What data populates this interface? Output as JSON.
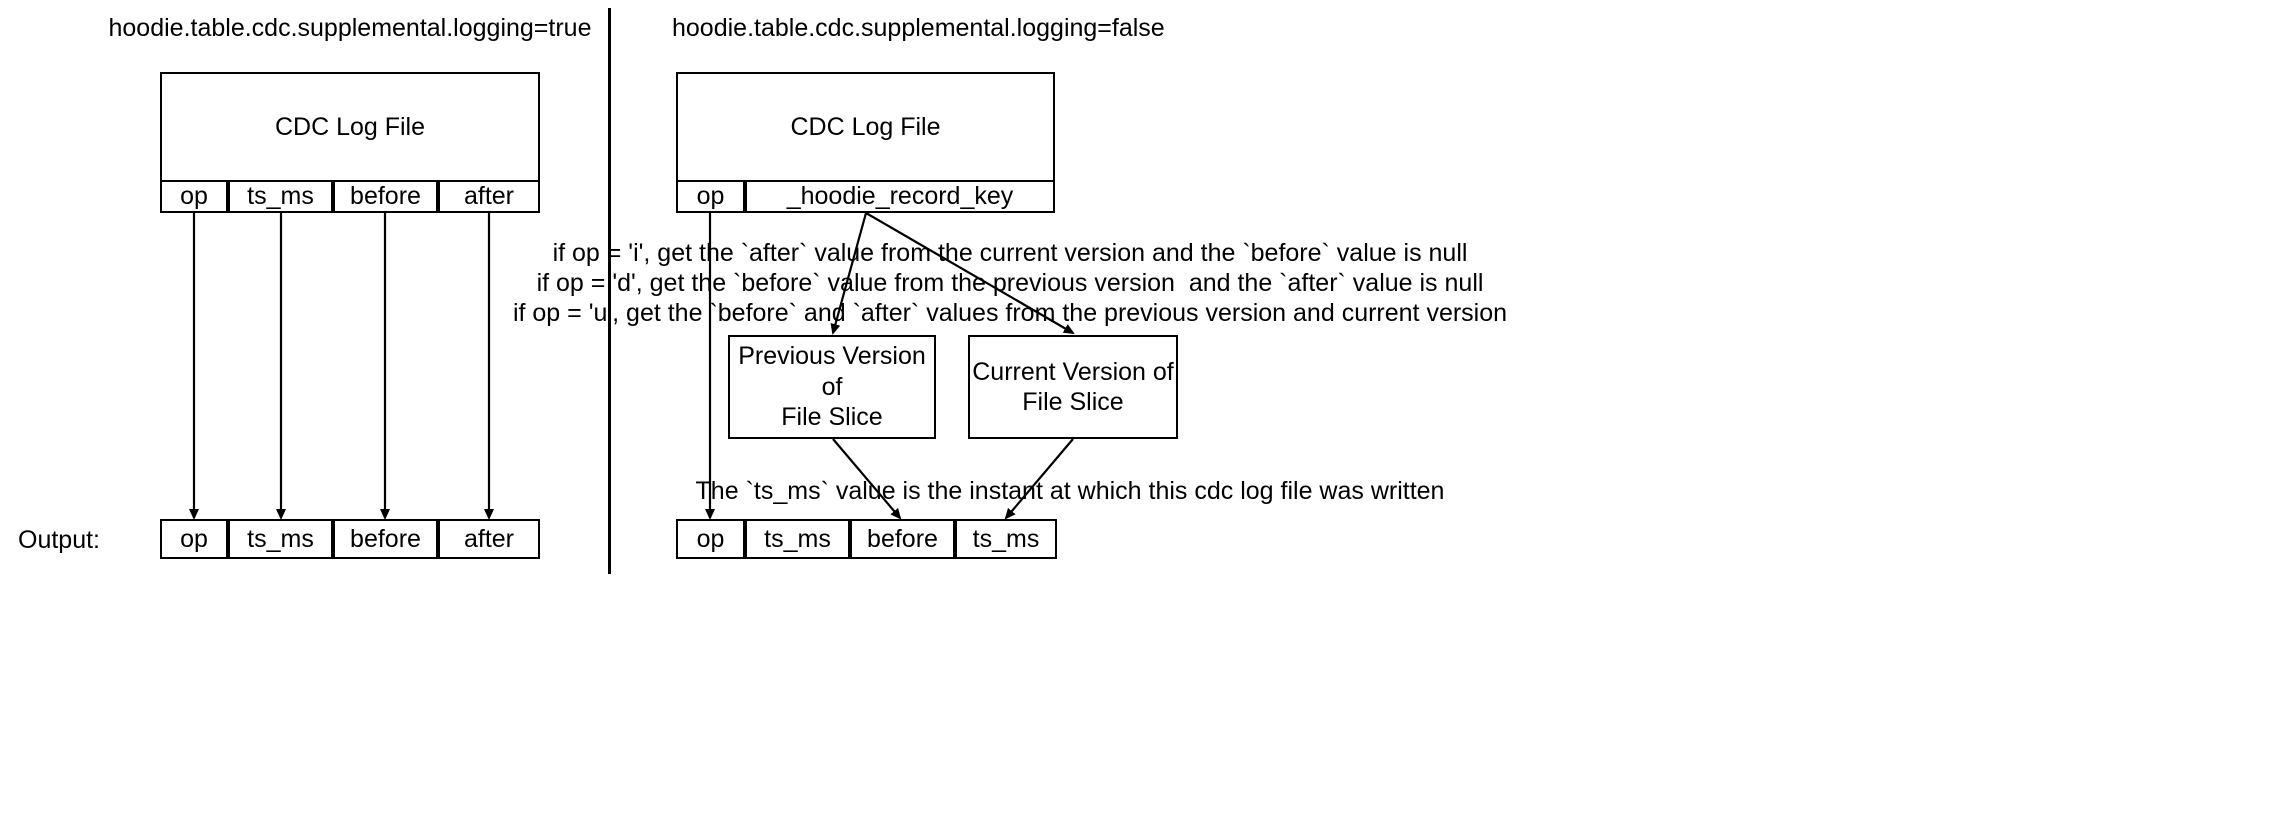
{
  "diagram": {
    "title_left": "hoodie.table.cdc.supplemental.logging=true",
    "title_right": "hoodie.table.cdc.supplemental.logging=false",
    "output_label": "Output:"
  },
  "left_panel": {
    "log_file_box": {
      "label": "CDC Log File"
    },
    "schema_columns": [
      {
        "label": "op"
      },
      {
        "label": "ts_ms"
      },
      {
        "label": "before"
      },
      {
        "label": "after"
      }
    ],
    "output_columns": [
      {
        "label": "op"
      },
      {
        "label": "ts_ms"
      },
      {
        "label": "before"
      },
      {
        "label": "after"
      }
    ]
  },
  "right_panel": {
    "log_file_box": {
      "label": "CDC Log File"
    },
    "schema_columns": [
      {
        "label": "op"
      },
      {
        "label": "_hoodie_record_key"
      }
    ],
    "annotations": {
      "rules": [
        "if op = 'i', get the `after` value from the current version and the `before` value is null",
        "if op = 'd', get the `before` value from the previous version  and the `after` value is null",
        "if op = 'u', get the `before` and `after` values from the previous version and current version"
      ],
      "ts_ms_note": "The `ts_ms` value is the instant at which this cdc log file was written"
    },
    "version_boxes": [
      {
        "line1": "Previous Version of",
        "line2": "File Slice"
      },
      {
        "line1": "Current Version of",
        "line2": "File Slice"
      }
    ],
    "output_columns": [
      {
        "label": "op"
      },
      {
        "label": "ts_ms"
      },
      {
        "label": "before"
      },
      {
        "label": "ts_ms"
      }
    ]
  },
  "style": {
    "stroke": "#000000",
    "fill": "#ffffff",
    "text": "#000000"
  }
}
